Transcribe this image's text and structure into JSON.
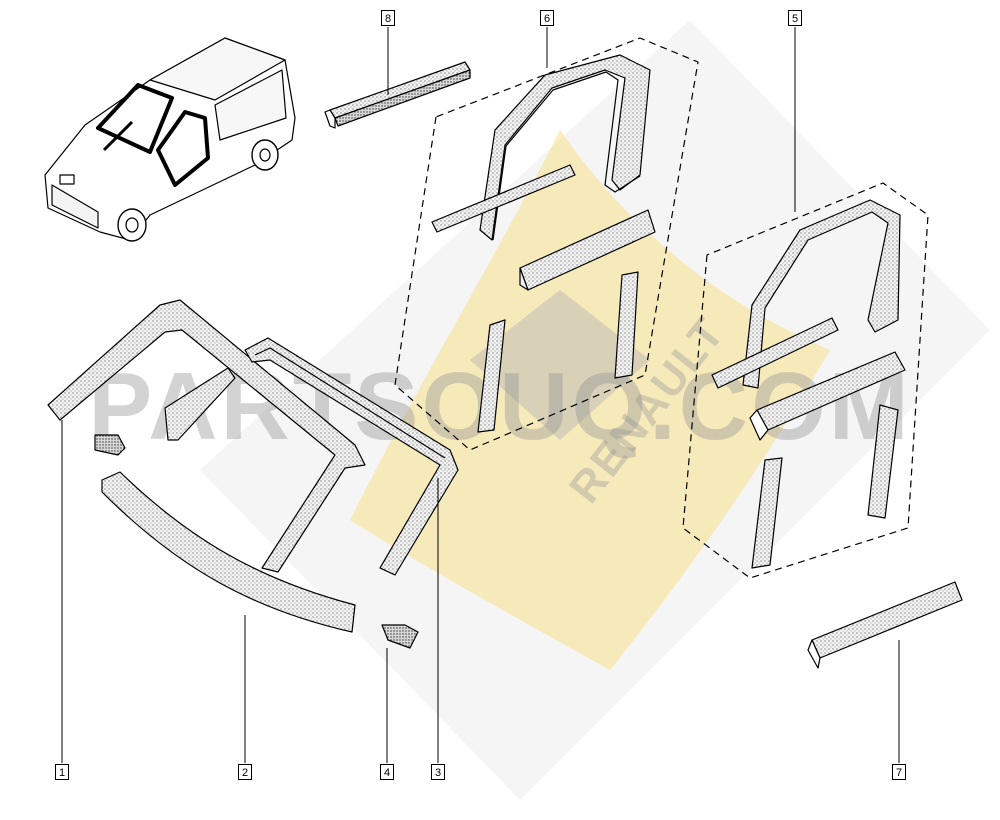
{
  "diagram": {
    "callouts": [
      "1",
      "2",
      "3",
      "4",
      "5",
      "6",
      "7",
      "8"
    ]
  },
  "watermark": {
    "text": "PARTSOUQ.COM",
    "brand": "RENAULT"
  },
  "colors": {
    "part_fill": "#f2f2f2",
    "part_fill_dark": "#d6d6d6",
    "stroke": "#000000",
    "watermark_yellow": "#f6e08a",
    "watermark_grey": "#b4b4b4"
  }
}
